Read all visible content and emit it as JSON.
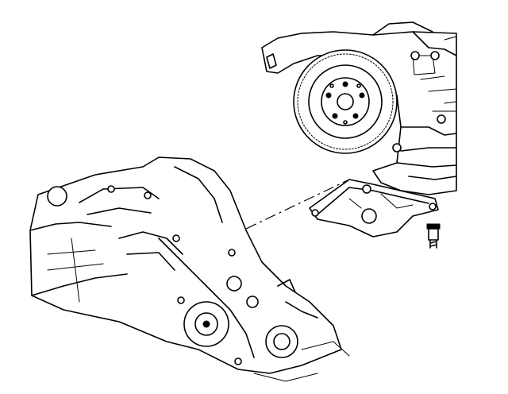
{
  "diagram": {
    "labels": [],
    "components": [
      {
        "id": "flywheel",
        "name": "flywheel-icon"
      },
      {
        "id": "engine-block",
        "name": "engine-block-icon"
      },
      {
        "id": "transaxle-case",
        "name": "transaxle-icon"
      },
      {
        "id": "bracket",
        "name": "mount-bracket-icon"
      },
      {
        "id": "bolt",
        "name": "bolt-icon"
      }
    ]
  }
}
